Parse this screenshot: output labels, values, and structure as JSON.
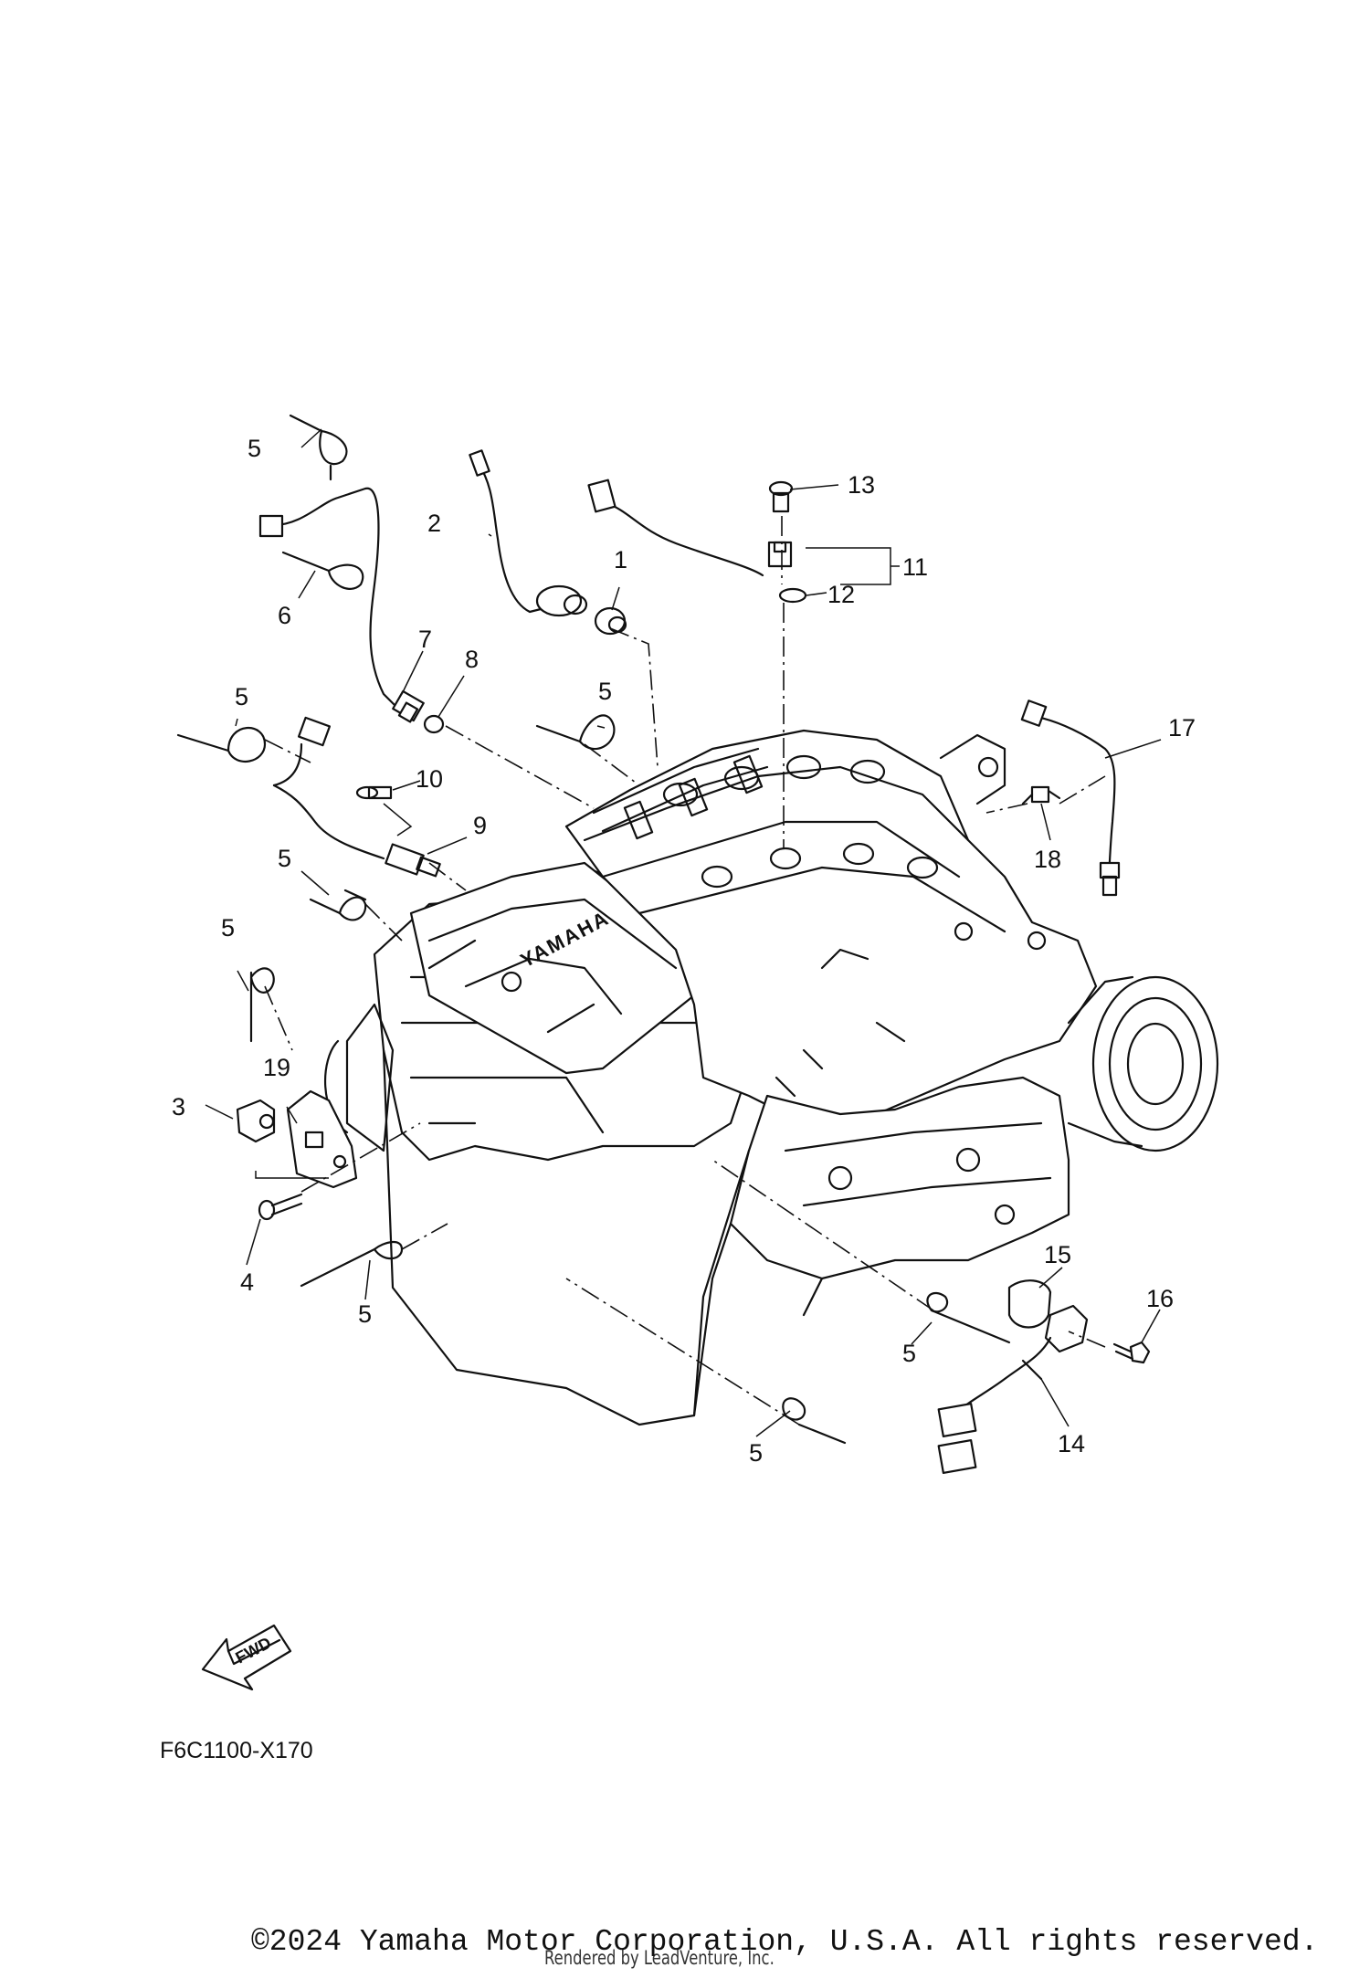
{
  "diagram": {
    "figure_id": "F6C1100-X170",
    "fwd_label": "FWD",
    "engine_brand": "YAMAHA",
    "callouts": [
      {
        "id": "c5a",
        "label": "5"
      },
      {
        "id": "c2",
        "label": "2"
      },
      {
        "id": "c6",
        "label": "6"
      },
      {
        "id": "c7",
        "label": "7"
      },
      {
        "id": "c8",
        "label": "8"
      },
      {
        "id": "c1",
        "label": "1"
      },
      {
        "id": "c13",
        "label": "13"
      },
      {
        "id": "c11",
        "label": "11"
      },
      {
        "id": "c12",
        "label": "12"
      },
      {
        "id": "c5b",
        "label": "5"
      },
      {
        "id": "c5c",
        "label": "5"
      },
      {
        "id": "c10",
        "label": "10"
      },
      {
        "id": "c9",
        "label": "9"
      },
      {
        "id": "c17",
        "label": "17"
      },
      {
        "id": "c18",
        "label": "18"
      },
      {
        "id": "c5d",
        "label": "5"
      },
      {
        "id": "c5e",
        "label": "5"
      },
      {
        "id": "c19",
        "label": "19"
      },
      {
        "id": "c3",
        "label": "3"
      },
      {
        "id": "c4",
        "label": "4"
      },
      {
        "id": "c5f",
        "label": "5"
      },
      {
        "id": "c15",
        "label": "15"
      },
      {
        "id": "c16",
        "label": "16"
      },
      {
        "id": "c5g",
        "label": "5"
      },
      {
        "id": "c14",
        "label": "14"
      },
      {
        "id": "c5h",
        "label": "5"
      }
    ]
  },
  "footer": {
    "copyright": "©2024 Yamaha Motor Corporation, U.S.A. All rights reserved.",
    "rendered_by": "Rendered by LeadVenture, Inc."
  }
}
